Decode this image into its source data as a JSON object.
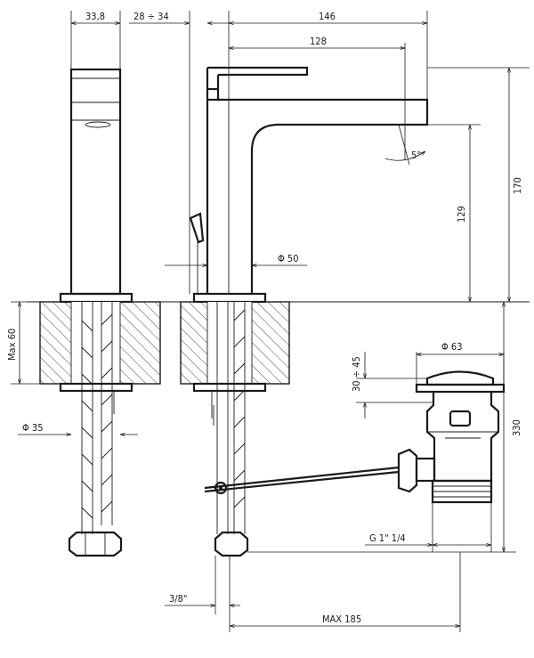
{
  "dimensions": {
    "handle_width": "33,8",
    "wall_range": "28 ÷ 34",
    "total_reach": "146",
    "spout_reach": "128",
    "total_height": "170",
    "spout_height": "129",
    "body_diameter": "Φ 50",
    "max_thickness": "Max 60",
    "hole_diameter": "Φ 35",
    "angle": "5°",
    "waste_diameter": "Φ 63",
    "waste_height": "30 ÷ 45",
    "waste_depth": "330",
    "thread": "G 1\" 1/4",
    "hose_thread": "3/8\"",
    "max_reach": "MAX 185"
  }
}
